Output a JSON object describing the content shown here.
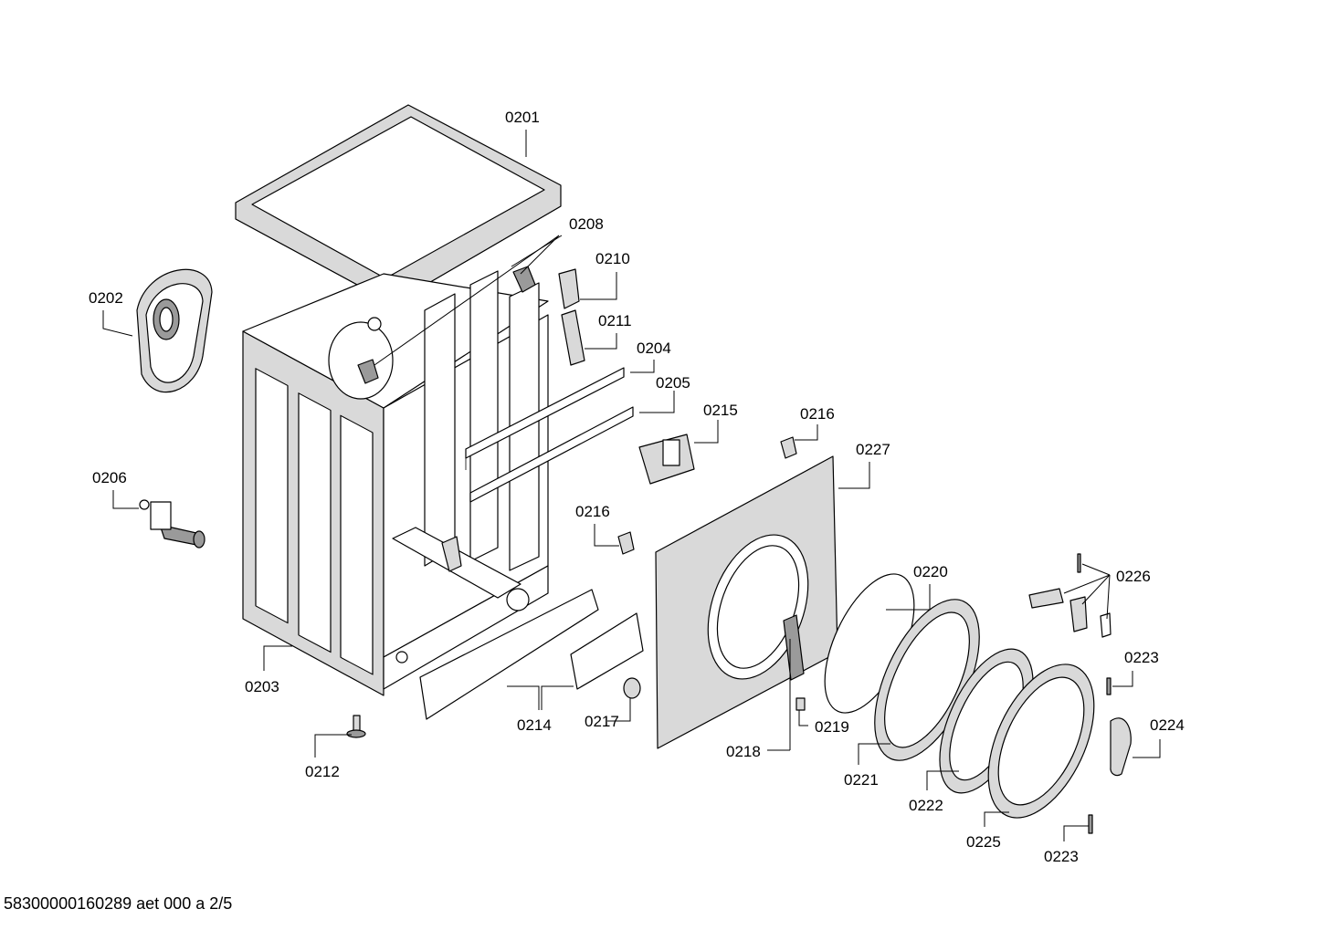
{
  "labels": {
    "p0201": "0201",
    "p0202": "0202",
    "p0203": "0203",
    "p0204": "0204",
    "p0205": "0205",
    "p0206": "0206",
    "p0208": "0208",
    "p0210": "0210",
    "p0211": "0211",
    "p0212": "0212",
    "p0214": "0214",
    "p0215": "0215",
    "p0216a": "0216",
    "p0216b": "0216",
    "p0217": "0217",
    "p0218": "0218",
    "p0219": "0219",
    "p0220": "0220",
    "p0221": "0221",
    "p0222": "0222",
    "p0223a": "0223",
    "p0223b": "0223",
    "p0224": "0224",
    "p0225": "0225",
    "p0226": "0226",
    "p0227": "0227"
  },
  "footer": "58300000160289 aet 000 a 2/5"
}
